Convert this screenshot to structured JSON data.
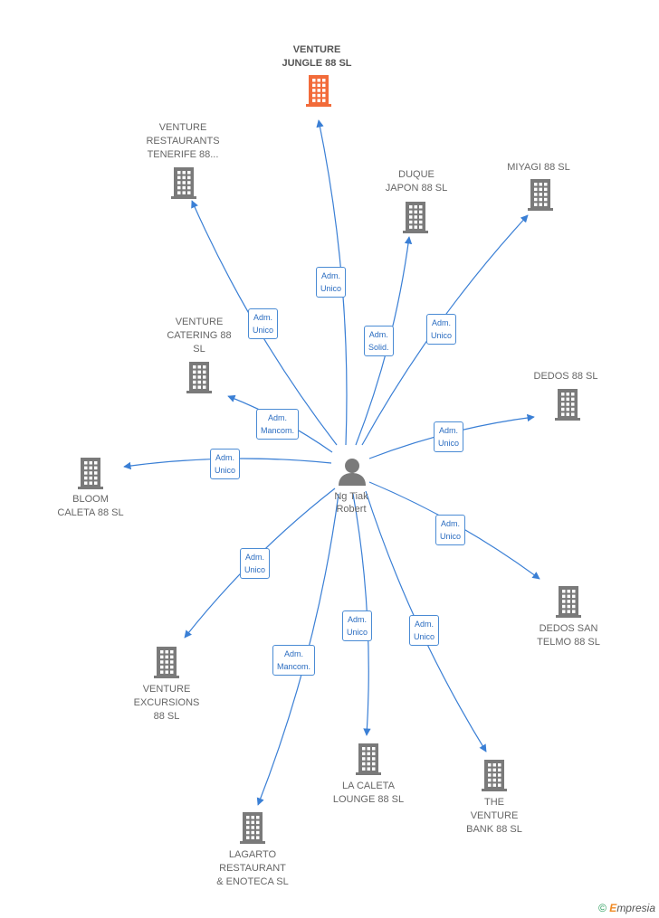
{
  "person": {
    "label": "Ng Tiak\nRobert"
  },
  "companies": [
    {
      "id": "venture-jungle",
      "label": "VENTURE\nJUNGLE 88  SL",
      "main": true
    },
    {
      "id": "venture-restaurants",
      "label": "VENTURE\nRESTAURANTS\nTENERIFE 88..."
    },
    {
      "id": "duque-japon",
      "label": "DUQUE\nJAPON 88  SL"
    },
    {
      "id": "miyagi",
      "label": "MIYAGI 88  SL"
    },
    {
      "id": "venture-catering",
      "label": "VENTURE\nCATERING 88\nSL"
    },
    {
      "id": "dedos",
      "label": "DEDOS 88  SL"
    },
    {
      "id": "bloom-caleta",
      "label": "BLOOM\nCALETA 88  SL"
    },
    {
      "id": "dedos-san-telmo",
      "label": "DEDOS SAN\nTELMO 88  SL"
    },
    {
      "id": "venture-excursions",
      "label": "VENTURE\nEXCURSIONS\n88  SL"
    },
    {
      "id": "la-caleta-lounge",
      "label": "LA CALETA\nLOUNGE 88  SL"
    },
    {
      "id": "the-venture-bank",
      "label": "THE\nVENTURE\nBANK 88  SL"
    },
    {
      "id": "lagarto-restaurant",
      "label": "LAGARTO\nRESTAURANT\n& ENOTECA  SL"
    }
  ],
  "relations": [
    {
      "to": "venture-jungle",
      "label": "Adm.\nUnico"
    },
    {
      "to": "venture-restaurants",
      "label": "Adm.\nUnico"
    },
    {
      "to": "duque-japon",
      "label": "Adm.\nSolid."
    },
    {
      "to": "miyagi",
      "label": "Adm.\nUnico"
    },
    {
      "to": "venture-catering",
      "label": "Adm.\nMancom."
    },
    {
      "to": "dedos",
      "label": "Adm.\nUnico"
    },
    {
      "to": "bloom-caleta",
      "label": "Adm.\nUnico"
    },
    {
      "to": "dedos-san-telmo",
      "label": "Adm.\nUnico"
    },
    {
      "to": "venture-excursions",
      "label": "Adm.\nUnico"
    },
    {
      "to": "la-caleta-lounge",
      "label": "Adm.\nUnico"
    },
    {
      "to": "the-venture-bank",
      "label": "Adm.\nUnico"
    },
    {
      "to": "lagarto-restaurant",
      "label": "Adm.\nMancom."
    }
  ],
  "colors": {
    "edge": "#3a7fd5",
    "building": "#7a7a7a",
    "building_main": "#f26b3a",
    "person": "#7a7a7a"
  },
  "footer": {
    "copyright": "©",
    "brand_initial": "E",
    "brand_rest": "mpresia"
  }
}
